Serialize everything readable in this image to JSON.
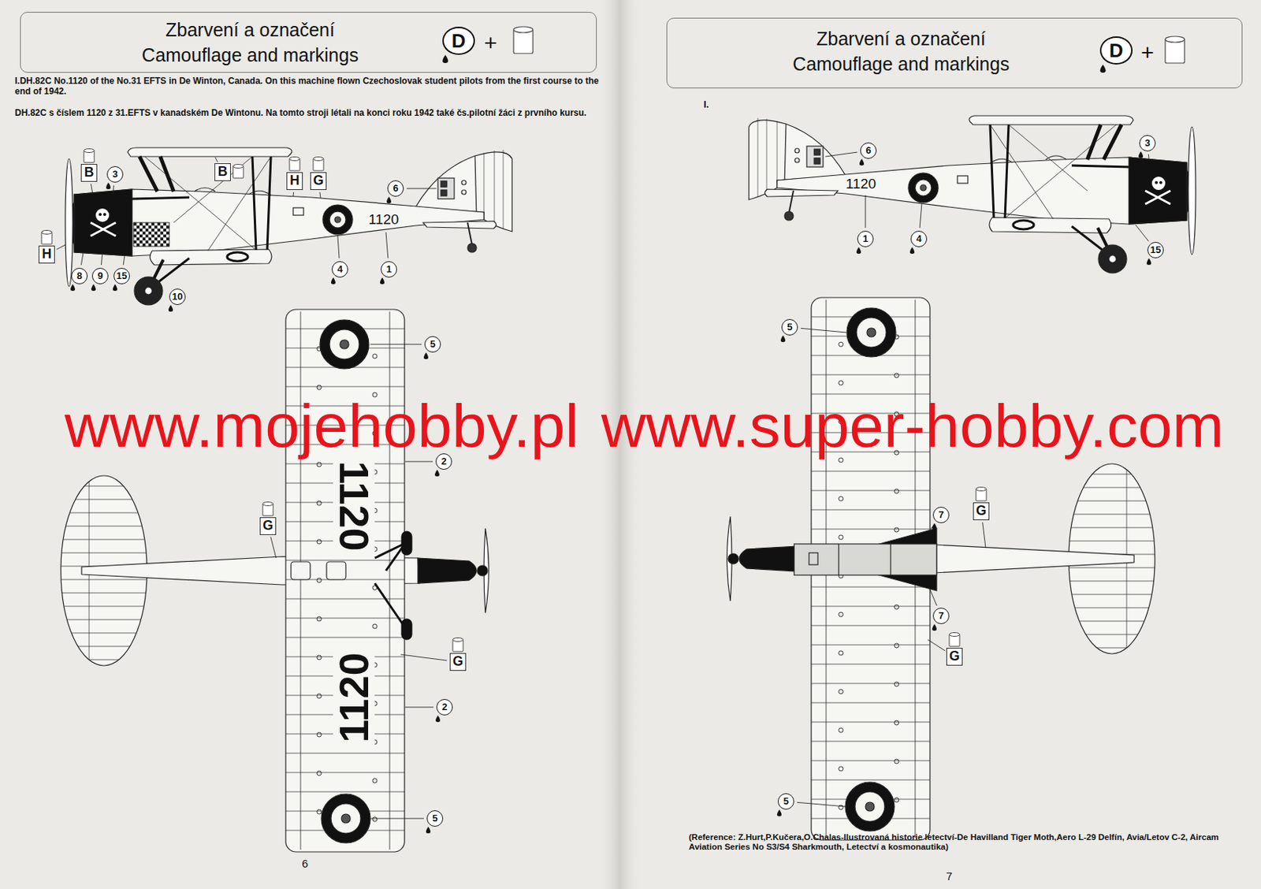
{
  "diagram": {
    "nodes": [
      {
        "text": [
          "Zbarvení a označení",
          "Camouflage and markings"
        ]
      },
      {
        "text": [
          "D"
        ],
        "in": 0
      },
      {
        "text": [
          "Zbarvení a označení",
          "Camouflage and markings"
        ]
      },
      {
        "text": [
          "D"
        ],
        "in": 2
      }
    ],
    "labels": [
      "I.DH.82C No.1120 of the No.31 EFTS in De Winton, Canada. On this machine flown Czechoslovak student pilots from the first course to the end of 1942.",
      "DH.82C s číslem 1120 z 31.EFTS v kanadském De Wintonu. Na tomto stroji létali na konci roku 1942 také čs.pilotní žáci z prvního kursu.",
      "B",
      "3",
      "B",
      "H",
      "G",
      "6",
      "1120",
      "H",
      "8",
      "9",
      "15",
      "10",
      "4",
      "1",
      "5",
      "1120",
      "2",
      "G",
      "G",
      "1120",
      "2",
      "5",
      "6",
      "I.",
      "6",
      "3",
      "1120",
      "1",
      "4",
      "15",
      "5",
      "G",
      "7",
      "7",
      "G",
      "5",
      "(Reference: Z.Hurt,P.Kučera,O.Chalas-Ilustrovaná historie letectví-De Havilland Tiger Moth,Aero L-29 Delfín, Avia/Letov C-2, Aircam Aviation Series No S3/S4 Sharkmouth, Letectví a kosmonautika)",
      "7",
      "www.mojehobby.pl",
      "www.super-hobby.com",
      "+",
      "+"
    ]
  }
}
